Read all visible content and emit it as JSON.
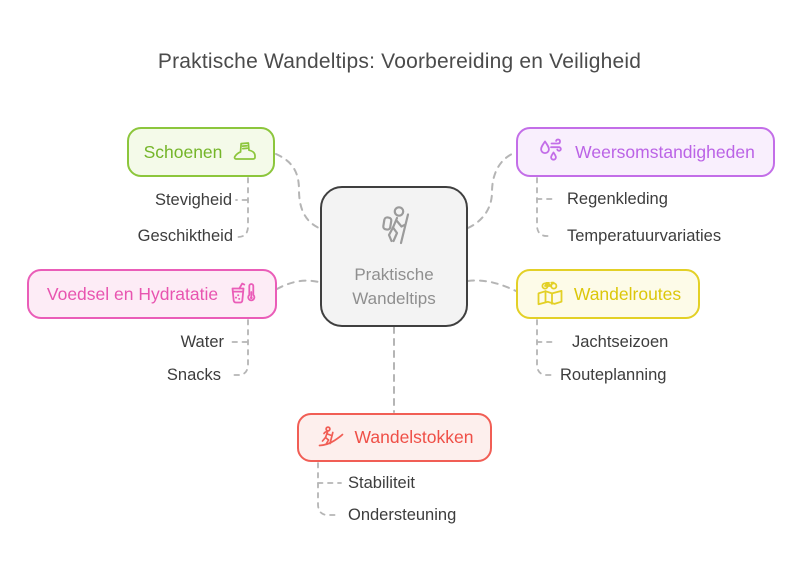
{
  "title": "Praktische Wandeltips: Voorbereiding en Veiligheid",
  "center": {
    "line1": "Praktische",
    "line2": "Wandeltips",
    "icon": "hiker-icon",
    "border_color": "#3f3f3f",
    "background_color": "#f3f3f3",
    "text_color": "#8f8f8f"
  },
  "branches": [
    {
      "label": "Schoenen",
      "icon": "hiking-boot-icon",
      "color": "#8cc63c",
      "background_color": "#f4fae9",
      "items": [
        "Stevigheid",
        "Geschiktheid"
      ]
    },
    {
      "label": "Weersomstandigheden",
      "icon": "rain-wind-icon",
      "color": "#c36ee8",
      "background_color": "#f9effd",
      "items": [
        "Regenkleding",
        "Temperatuurvariaties"
      ]
    },
    {
      "label": "Voedsel en Hydratatie",
      "icon": "drink-thermometer-icon",
      "color": "#ea5db8",
      "background_color": "#fdecf6",
      "items": [
        "Water",
        "Snacks"
      ]
    },
    {
      "label": "Wandelroutes",
      "icon": "map-bicycle-icon",
      "color": "#e3d026",
      "background_color": "#fdfbe8",
      "items": [
        "Jachtseizoen",
        "Routeplanning"
      ]
    },
    {
      "label": "Wandelstokken",
      "icon": "hiker-climbing-icon",
      "color": "#f15e55",
      "background_color": "#fdefed",
      "items": [
        "Stabiliteit",
        "Ondersteuning"
      ]
    }
  ],
  "connector_color": "#b5b5b5"
}
